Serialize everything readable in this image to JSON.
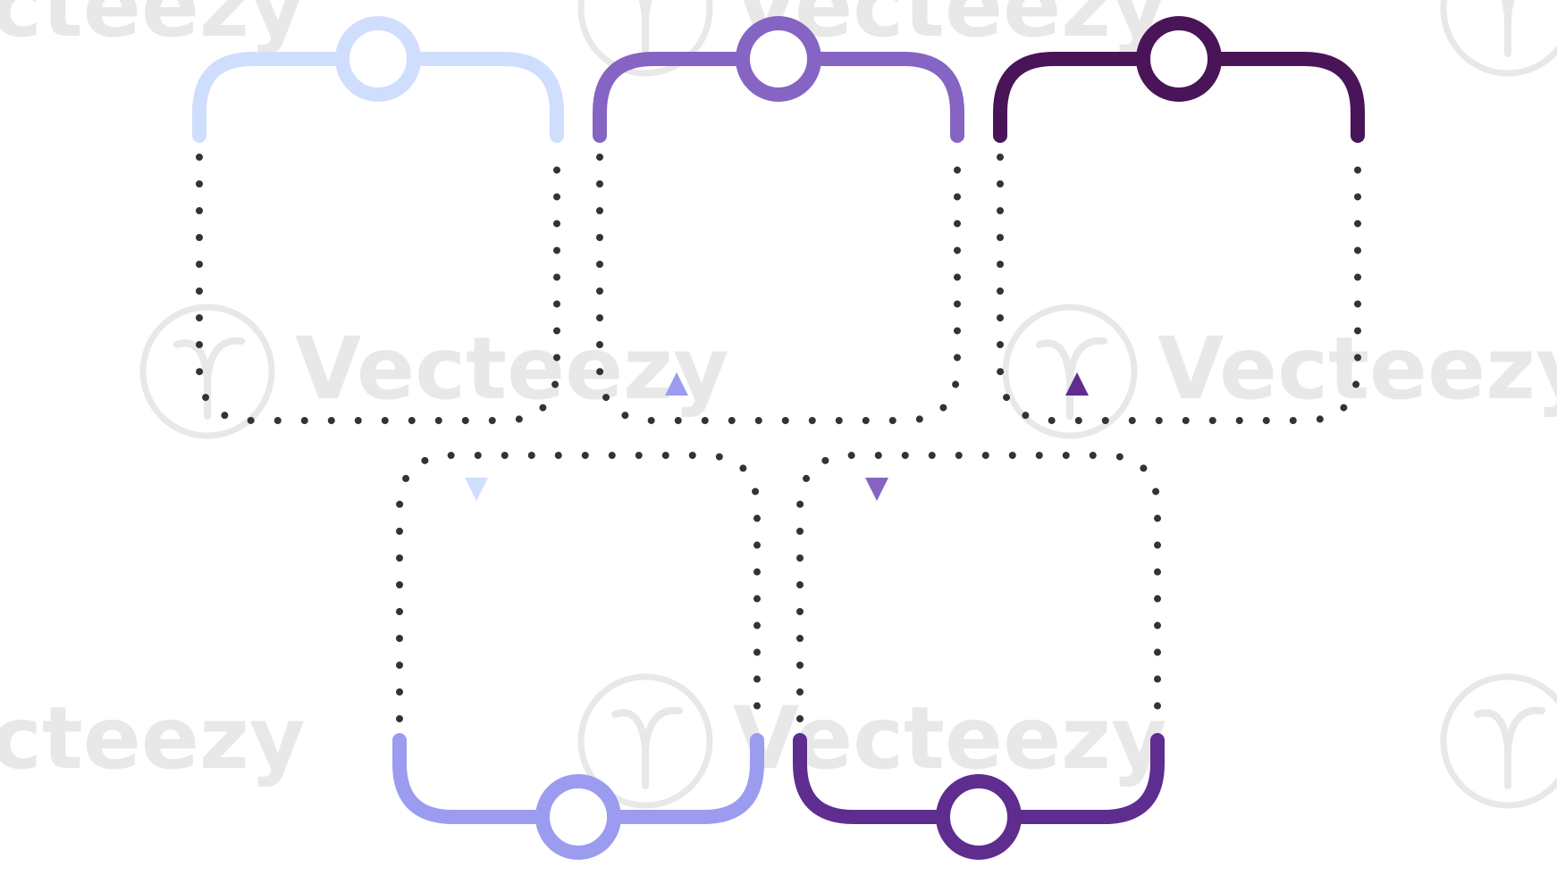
{
  "diagram": {
    "type": "infographic-timeline",
    "dot_color": "#333333",
    "background": "#ffffff",
    "steps": [
      {
        "id": 1,
        "row": "top",
        "color": "#d0defd"
      },
      {
        "id": 2,
        "row": "bottom",
        "color": "#9b9bf0"
      },
      {
        "id": 3,
        "row": "top",
        "color": "#8564c3"
      },
      {
        "id": 4,
        "row": "bottom",
        "color": "#5e2d8f"
      },
      {
        "id": 5,
        "row": "top",
        "color": "#4a1558"
      }
    ],
    "arrows": [
      {
        "direction": "down",
        "color": "#d0defd"
      },
      {
        "direction": "up",
        "color": "#9b9bf0"
      },
      {
        "direction": "down",
        "color": "#8564c3"
      },
      {
        "direction": "up",
        "color": "#5e2d8f"
      }
    ]
  },
  "watermark": {
    "text": "Vecteezy",
    "partial_text": "cteezy",
    "color": "#e6e6e6",
    "icon": "vecteezy-logo-icon"
  }
}
